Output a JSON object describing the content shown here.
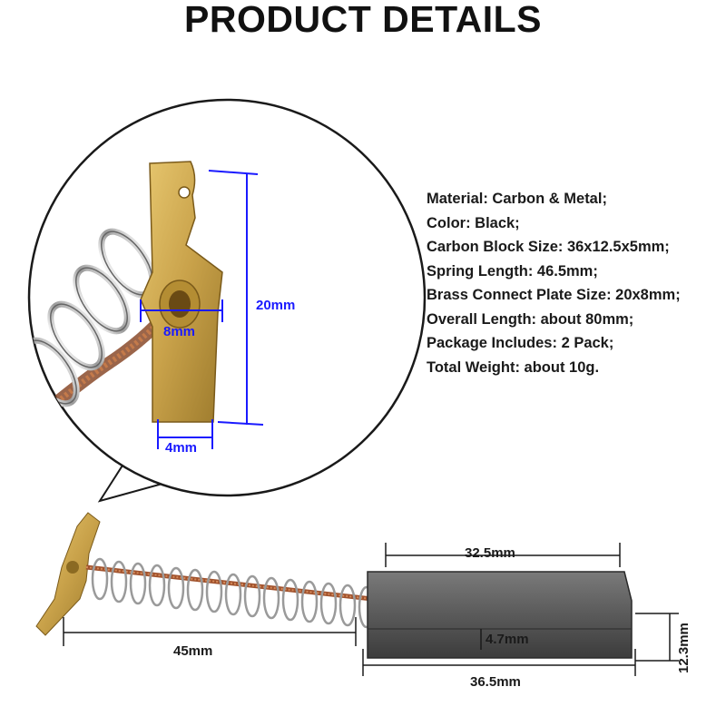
{
  "title": "PRODUCT DETAILS",
  "specs": [
    "Material: Carbon & Metal;",
    "Color: Black;",
    "Carbon Block Size: 36x12.5x5mm;",
    "Spring Length: 46.5mm;",
    "Brass Connect Plate Size: 20x8mm;",
    "Overall Length: about 80mm;",
    "Package Includes: 2 Pack;",
    "Total Weight: about 10g."
  ],
  "zoom_dimensions": {
    "plate_length": "20mm",
    "plate_width": "8mm",
    "tab_width": "4mm"
  },
  "product_dimensions": {
    "block_top_length": "32.5mm",
    "block_bottom_length": "36.5mm",
    "spring_length": "45mm",
    "block_height": "12.3mm",
    "block_bevel": "4.7mm"
  },
  "colors": {
    "dimension_blue": "#1a1aff",
    "brass": "#c9a648",
    "carbon": "#555555"
  }
}
